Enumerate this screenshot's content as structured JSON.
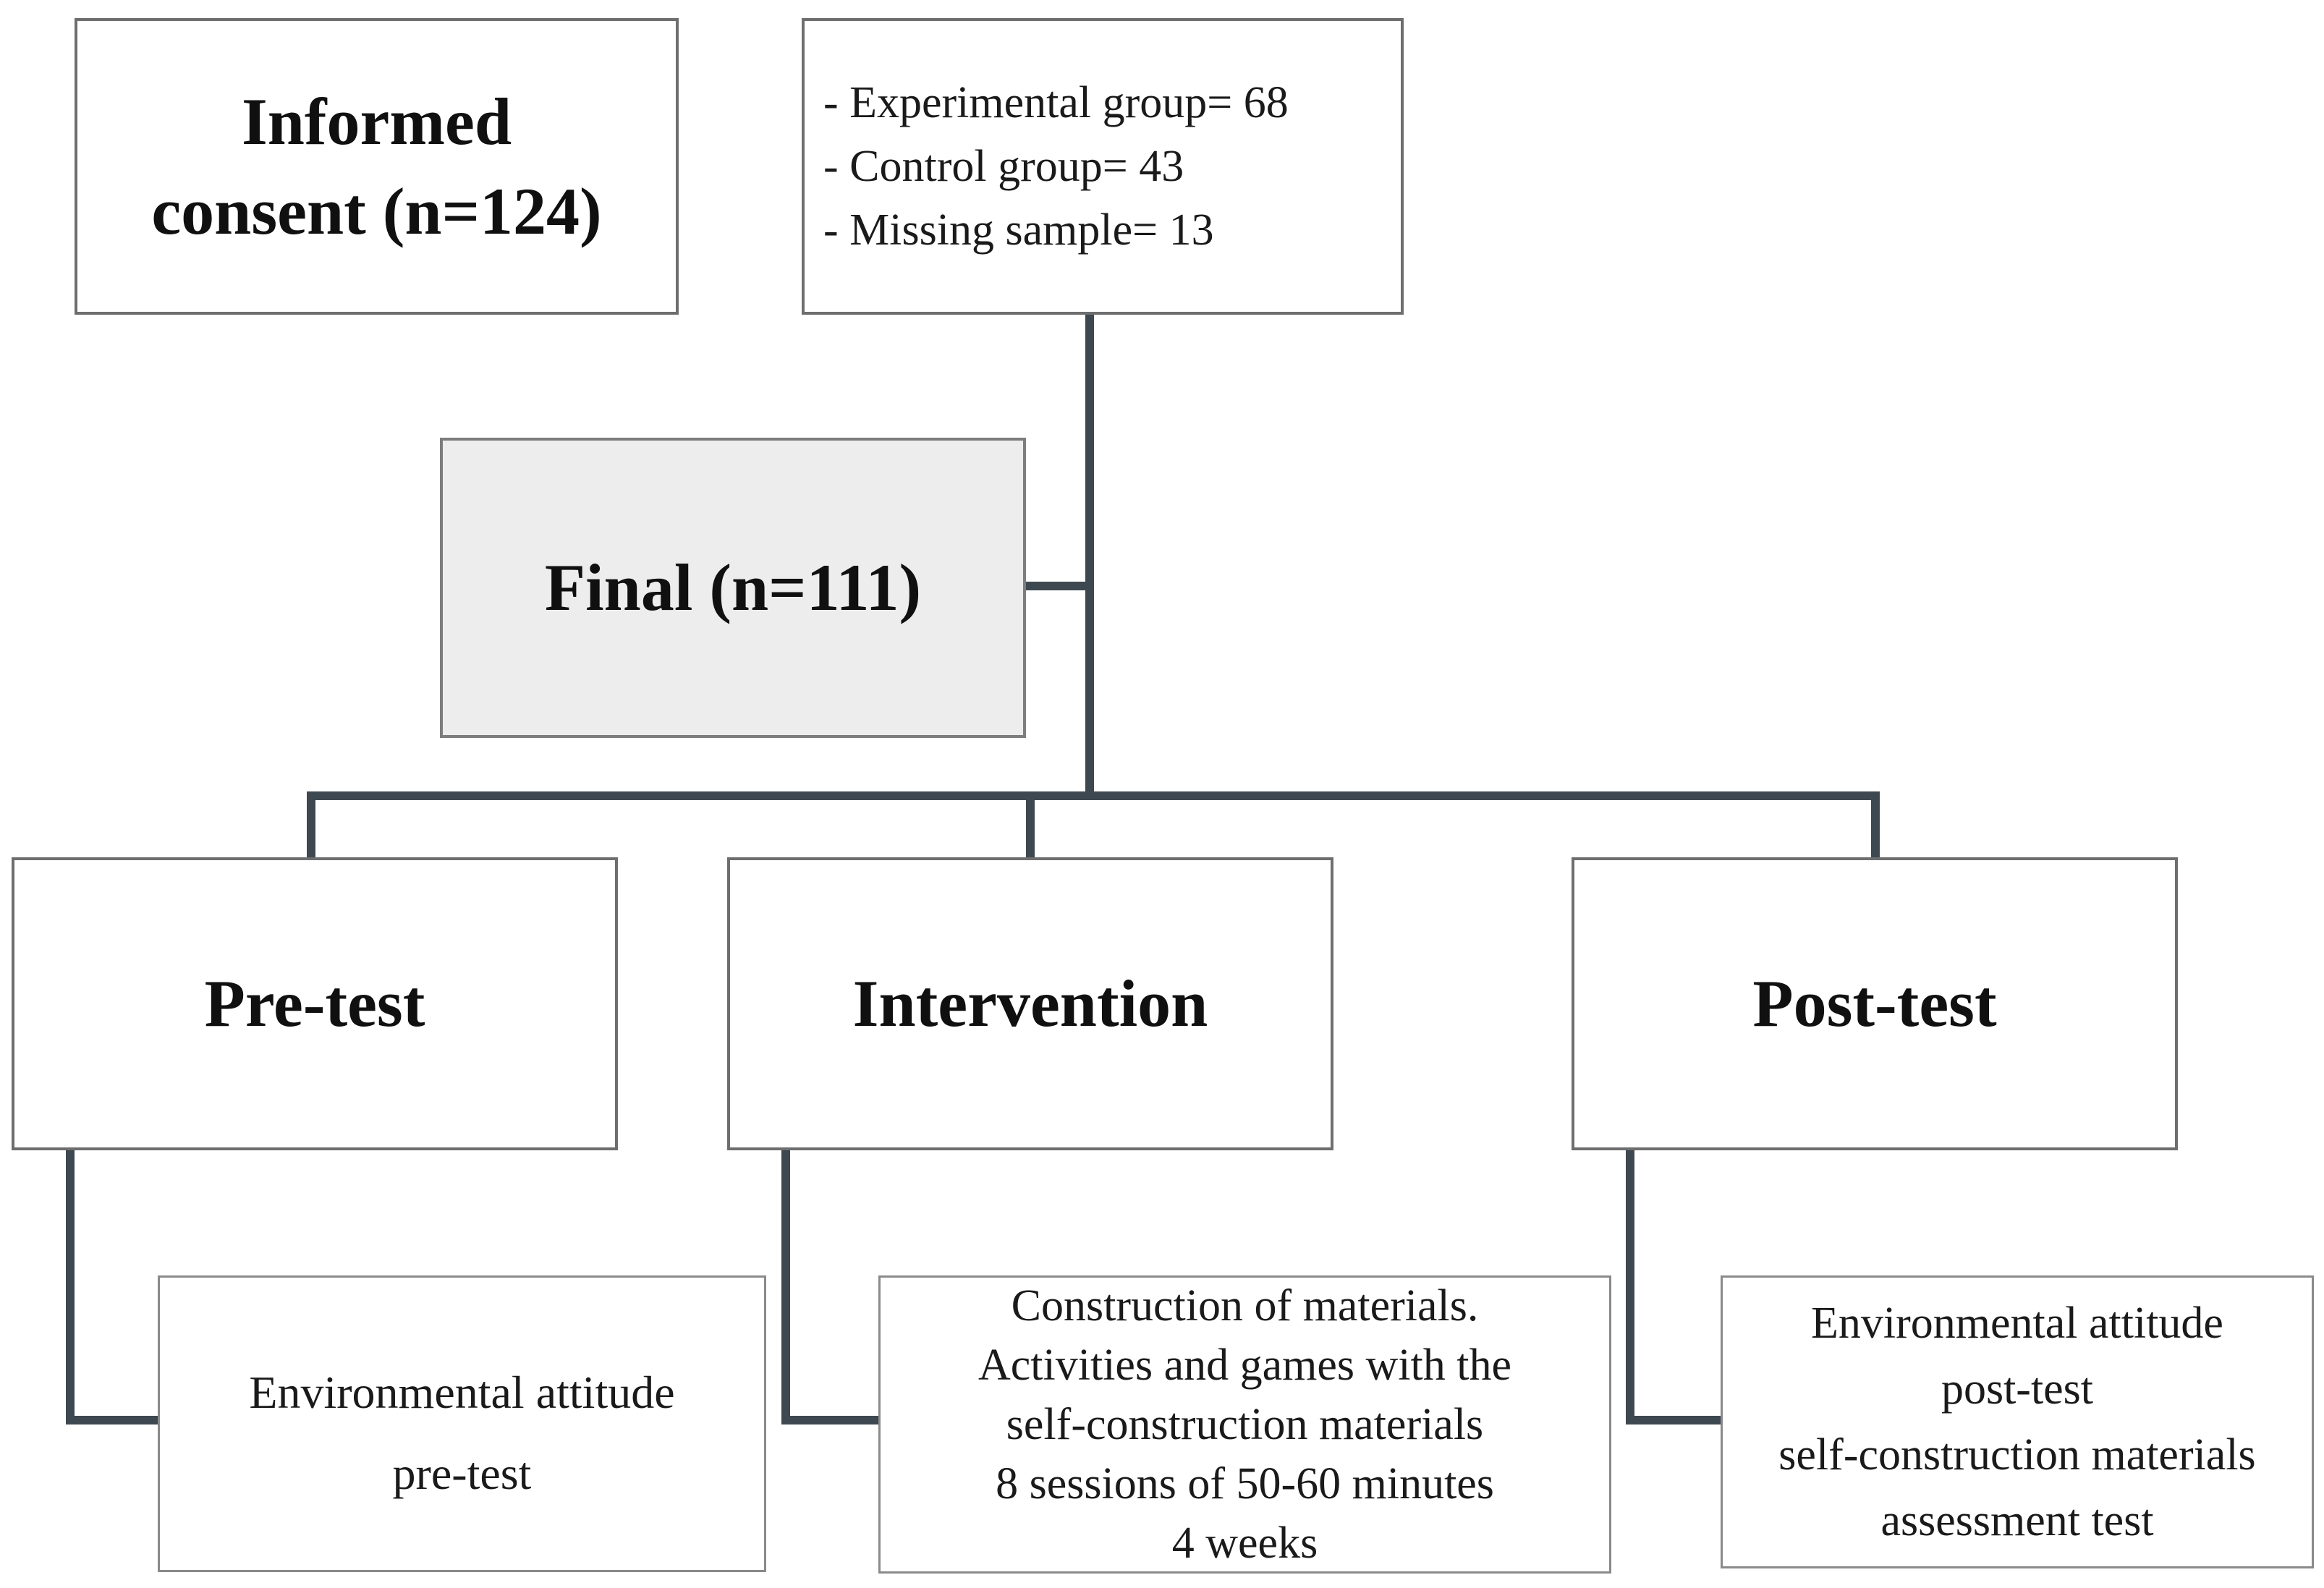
{
  "colors": {
    "connector": "#3e4850",
    "final_box_fill": "#ededed",
    "box_border": "#6e6e6e",
    "text": "#141414"
  },
  "boxes": {
    "informed_consent": {
      "lines": [
        "Informed",
        "consent (n=124)"
      ]
    },
    "sample_breakdown": {
      "lines": [
        "- Experimental group= 68",
        "- Control group= 43",
        "- Missing sample= 13"
      ]
    },
    "final": {
      "label": "Final (n=111)"
    },
    "pre_test": {
      "label": "Pre-test"
    },
    "intervention": {
      "label": "Intervention"
    },
    "post_test": {
      "label": "Post-test"
    },
    "pre_test_detail": {
      "lines": [
        "Environmental attitude",
        "pre-test"
      ]
    },
    "intervention_detail": {
      "lines": [
        "Construction of materials.",
        "Activities and games with the",
        "self-construction materials",
        "8 sessions of 50-60 minutes",
        "4 weeks"
      ]
    },
    "post_test_detail": {
      "lines": [
        "Environmental attitude",
        "post-test",
        "self-construction materials",
        "assessment test"
      ]
    }
  }
}
